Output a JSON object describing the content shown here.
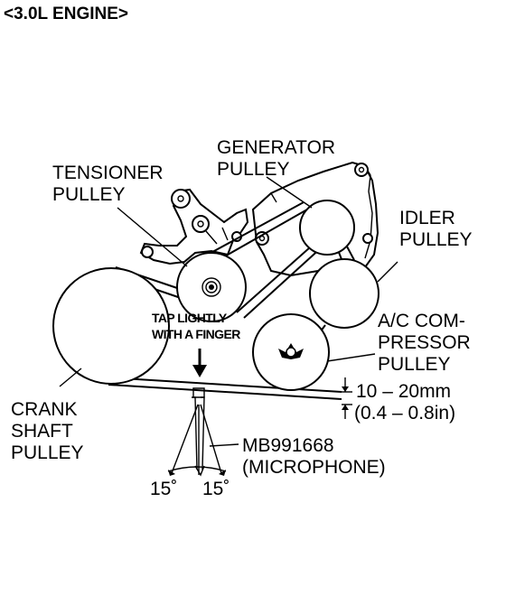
{
  "title": "<3.0L ENGINE>",
  "labels": {
    "generator": [
      "GENERATOR",
      "PULLEY"
    ],
    "tensioner": [
      "TENSIONER",
      "PULLEY"
    ],
    "idler": [
      "IDLER",
      "PULLEY"
    ],
    "ac": [
      "A/C COM-",
      "PRESSOR",
      "PULLEY"
    ],
    "crank": [
      "CRANK",
      "SHAFT",
      "PULLEY"
    ],
    "tap": [
      "TAP LIGHTLY",
      "WITH A FINGER"
    ],
    "tool": [
      "MB991668",
      "(MICROPHONE)"
    ],
    "deflection": [
      "10 – 20mm",
      "(0.4 – 0.8in)"
    ],
    "angle_left": "15˚",
    "angle_right": "15˚"
  }
}
